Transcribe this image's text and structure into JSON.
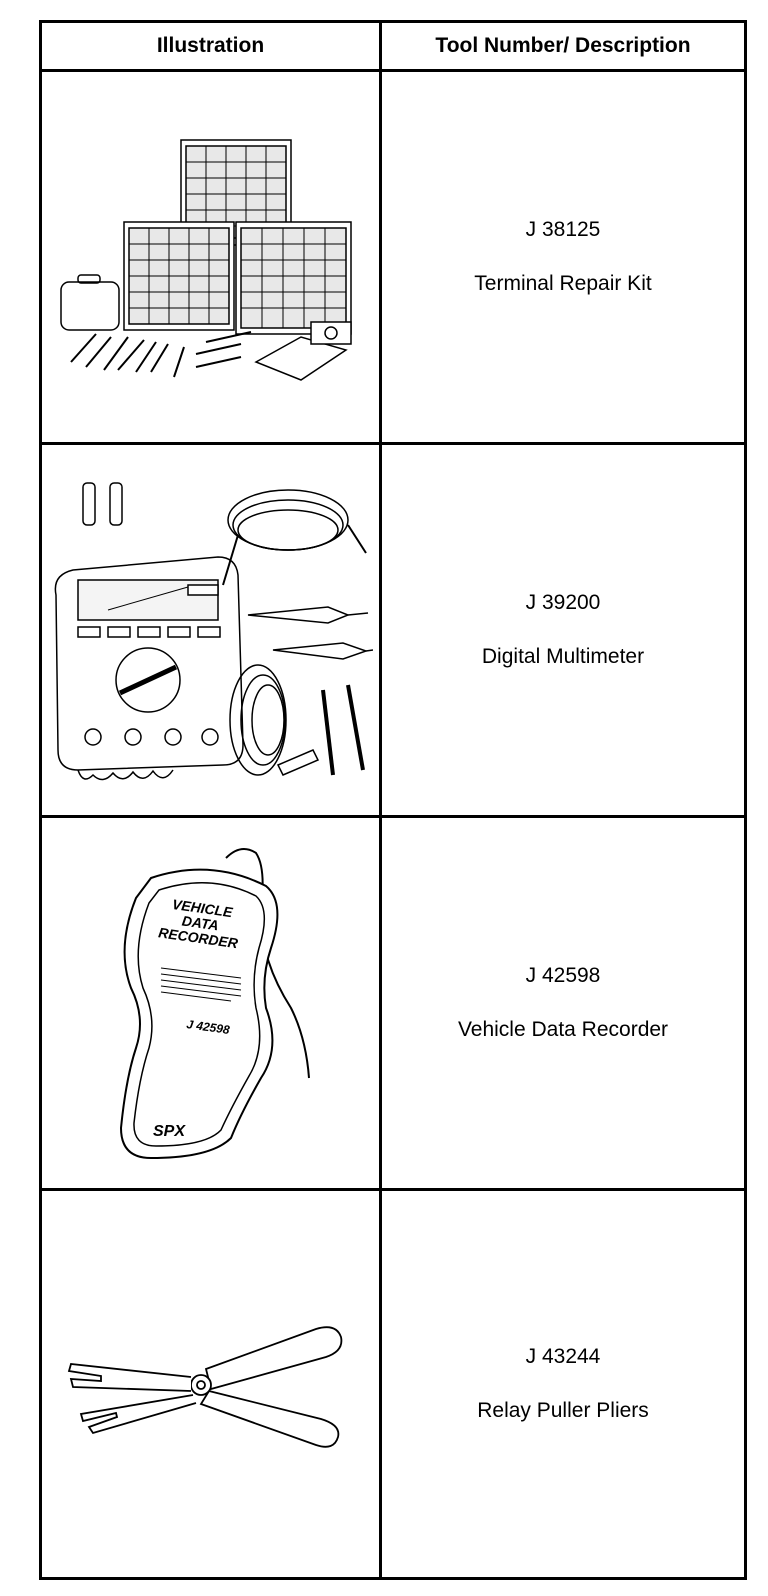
{
  "table": {
    "headers": {
      "illustration": "Illustration",
      "description": "Tool Number/ Description"
    },
    "rows": [
      {
        "tool_number": "J 38125",
        "description": "Terminal Repair Kit",
        "icon": "terminal-repair-kit-icon"
      },
      {
        "tool_number": "J 39200",
        "description": "Digital Multimeter",
        "icon": "digital-multimeter-icon"
      },
      {
        "tool_number": "J 42598",
        "description": "Vehicle Data Recorder",
        "icon": "vehicle-data-recorder-icon",
        "device_labels": {
          "line1": "VEHICLE",
          "line2": "DATA",
          "line3": "RECORDER",
          "model": "J 42598",
          "brand": "SPX"
        }
      },
      {
        "tool_number": "J 43244",
        "description": "Relay Puller Pliers",
        "icon": "relay-puller-pliers-icon"
      }
    ]
  }
}
